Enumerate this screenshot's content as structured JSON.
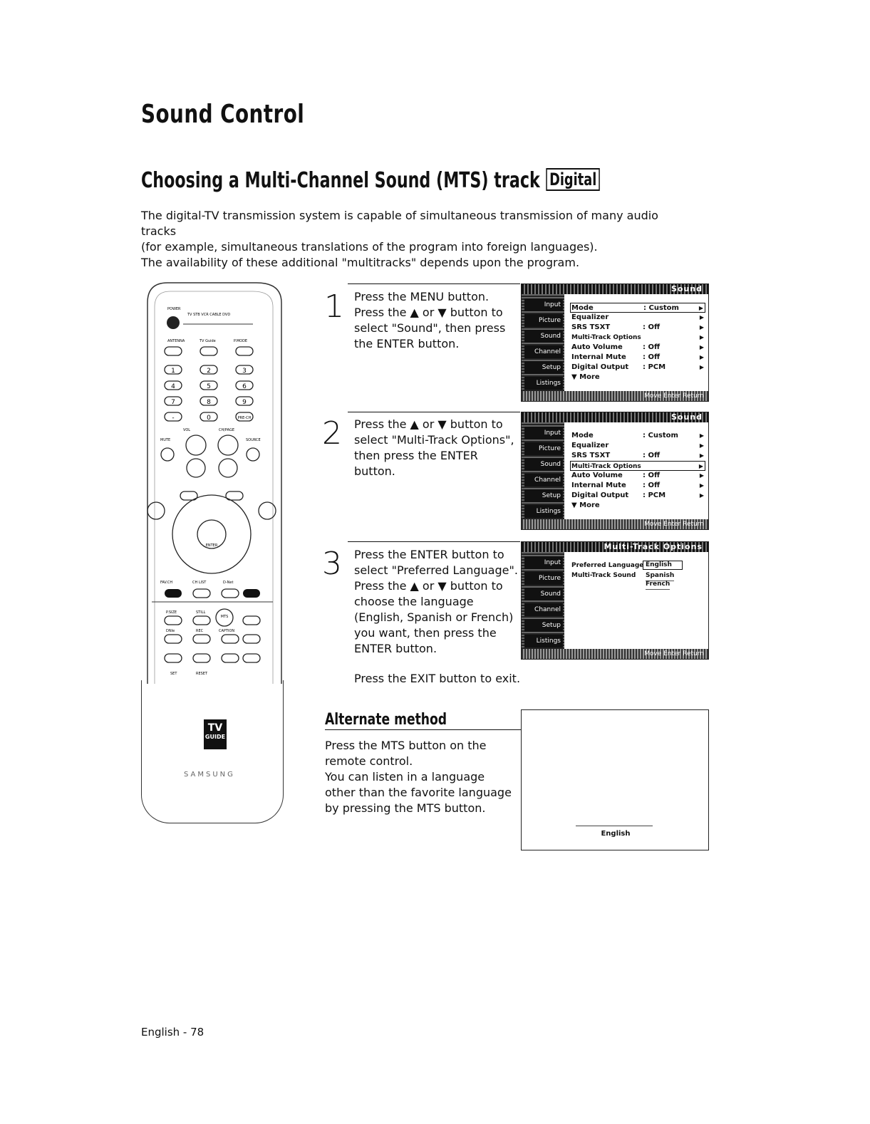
{
  "title": "Sound Control",
  "subtitle": "Choosing a Multi-Channel Sound (MTS) track",
  "badge": "Digital",
  "intro": [
    "The digital-TV transmission system is capable of simultaneous transmission of many audio tracks",
    "(for example, simultaneous translations of the program into foreign languages).",
    "The availability of these additional \"multitracks\" depends upon the program."
  ],
  "remote": {
    "power": "POWER",
    "modes": "TV STB VCR CABLE DVD",
    "antenna": "ANTENNA",
    "tvguide_btn": "TV Guide",
    "pmode": "P.MODE",
    "digits": [
      "1",
      "2",
      "3",
      "4",
      "5",
      "6",
      "7",
      "8",
      "9",
      "-",
      "0",
      "PRE-CH"
    ],
    "vol": "VOL",
    "chpage": "CH/PAGE",
    "mute": "MUTE",
    "source": "SOURCE",
    "enter": "ENTER",
    "favch": "FAV.CH",
    "chlist": "CH LIST",
    "dnet": "D-Net",
    "psize": "P.SIZE",
    "still": "STILL",
    "mts": "MTS",
    "dnie": "DNIe",
    "rec": "REC",
    "caption": "CAPTION",
    "set": "SET",
    "reset": "RESET",
    "logo_top": "TV",
    "logo_bottom": "GUIDE",
    "brand": "SAMSUNG"
  },
  "steps": [
    {
      "num": "1",
      "lines": [
        "Press the MENU button.",
        "Press the ▲ or ▼ button to",
        "select \"Sound\", then press",
        "the ENTER button."
      ]
    },
    {
      "num": "2",
      "lines": [
        "Press the ▲ or ▼ button to",
        "select \"Multi-Track Options\",",
        "then press the ENTER button."
      ]
    },
    {
      "num": "3",
      "lines": [
        "Press the ENTER button to",
        "select \"Preferred Language\".",
        "Press the ▲ or ▼ button to",
        "choose the language",
        "(English, Spanish or French)",
        "you want, then press the",
        "ENTER button."
      ]
    }
  ],
  "exit_note": "Press the EXIT button to exit.",
  "osd_sidebar": [
    "Input",
    "Picture",
    "Sound",
    "Channel",
    "Setup",
    "Listings"
  ],
  "osd1": {
    "header": "Sound",
    "footer": "Move  Enter  Return",
    "rows": [
      {
        "label": "Mode",
        "value": ": Custom"
      },
      {
        "label": "Equalizer",
        "value": ""
      },
      {
        "label": "SRS TSXT",
        "value": ": Off"
      },
      {
        "label": "Multi-Track Options",
        "value": ""
      },
      {
        "label": "Auto Volume",
        "value": ": Off"
      },
      {
        "label": "Internal Mute",
        "value": ": Off"
      },
      {
        "label": "Digital Output",
        "value": ": PCM"
      },
      {
        "label": "▼ More",
        "value": ""
      }
    ]
  },
  "osd3": {
    "header": "Multi-Track Options",
    "footer": "Move  Enter  Return",
    "rows": [
      {
        "label": "Preferred Language",
        "value": "English"
      },
      {
        "label": "Multi-Track Sound",
        "value": "Spanish"
      },
      {
        "label": "",
        "value": "French"
      }
    ]
  },
  "alternate": {
    "heading": "Alternate method",
    "lines": [
      "Press the MTS button on the",
      "remote control.",
      "You can listen in a language",
      "other than the favorite language",
      "by pressing the MTS button."
    ],
    "screen_label": "English"
  },
  "footer": "English - 78"
}
